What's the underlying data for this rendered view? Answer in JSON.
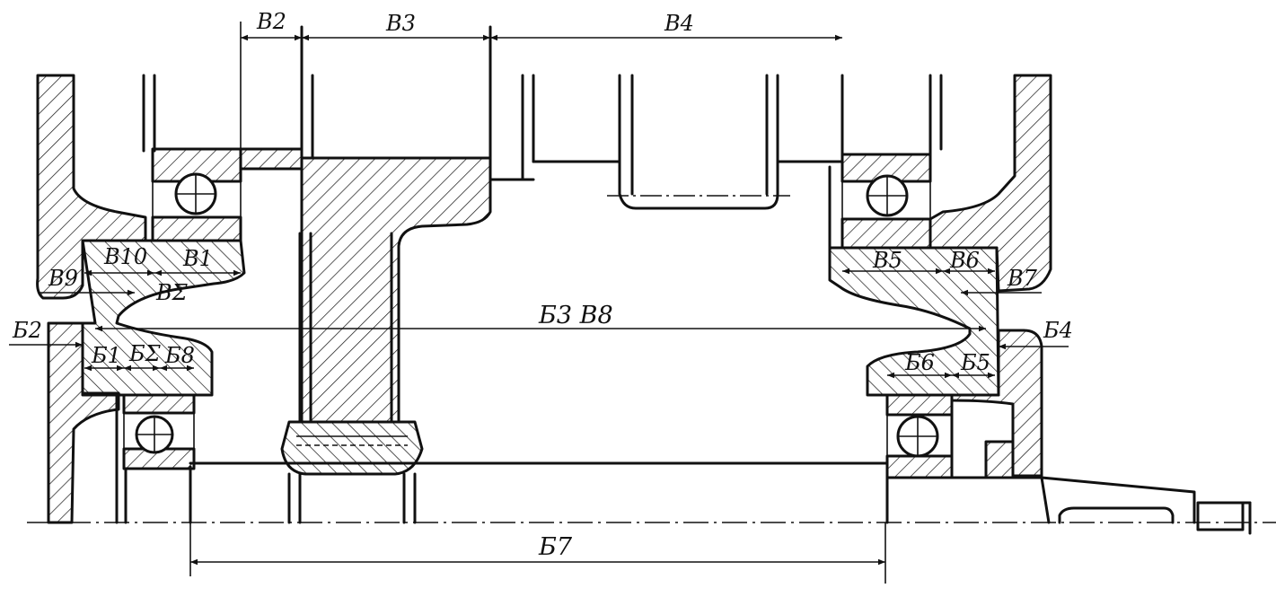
{
  "dimensions": {
    "top": [
      "B2",
      "B3",
      "B4"
    ],
    "left_upper": [
      "B10",
      "B1",
      "B9",
      "BΣ"
    ],
    "left_lower": [
      "Б2",
      "Б1",
      "БΣ",
      "Б8"
    ],
    "center": "Б3 B8",
    "right_upper": [
      "B5",
      "B6",
      "B7"
    ],
    "right_lower": [
      "Б4",
      "Б6",
      "Б5"
    ],
    "bottom": "Б7"
  },
  "colors": {
    "ink": "#111111",
    "paper": "#ffffff"
  }
}
